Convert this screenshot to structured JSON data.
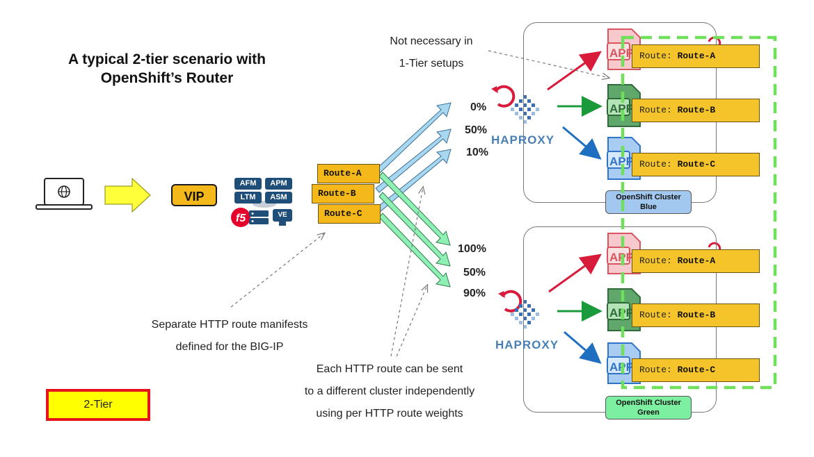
{
  "title": "A typical 2-tier scenario with OpenShift’s Router",
  "labels": {
    "vip": "VIP",
    "modules": [
      "AFM",
      "APM",
      "LTM",
      "ASM"
    ],
    "ve": "VE",
    "f5": "f5",
    "tier_badge": "2-Tier"
  },
  "bigip_routes": [
    "Route-A",
    "Route-B",
    "Route-C"
  ],
  "weights_blue": [
    "0%",
    "50%",
    "10%"
  ],
  "weights_green": [
    "100%",
    "50%",
    "90%"
  ],
  "annotations": {
    "not_necessary_line1": "Not necessary in",
    "not_necessary_line2": "1-Tier setups",
    "separate_line1": "Separate HTTP route manifests",
    "separate_line2": "defined for the BIG-IP",
    "each_line1": "Each HTTP route can be sent",
    "each_line2": "to a different cluster independently",
    "each_line3": "using per HTTP route weights"
  },
  "clusters": {
    "blue": {
      "label_line1": "OpenShift Cluster",
      "label_line2": "Blue",
      "routes": [
        {
          "prefix": "Route: ",
          "name": "Route-A"
        },
        {
          "prefix": "Route: ",
          "name": "Route-B"
        },
        {
          "prefix": "Route: ",
          "name": "Route-C"
        }
      ]
    },
    "green": {
      "label_line1": "OpenShift Cluster",
      "label_line2": "Green",
      "routes": [
        {
          "prefix": "Route: ",
          "name": "Route-A"
        },
        {
          "prefix": "Route: ",
          "name": "Route-B"
        },
        {
          "prefix": "Route: ",
          "name": "Route-C"
        }
      ]
    }
  },
  "haproxy_label": "HAPROXY",
  "app_label": "APP",
  "colors": {
    "route_yellow": "#f5c32a",
    "blue_arrow": "#a7d8f0",
    "green_arrow": "#8ff0b4",
    "red_arrow": "#d81b3a",
    "green_line": "#1a9a3a",
    "blue_line": "#1f6fc0",
    "dashed_green": "#6ee05a",
    "cluster_blue_label": "#a3c8f0",
    "cluster_green_label": "#7cf0a0",
    "tier_fill": "#ffff00",
    "tier_border": "#e6131b"
  }
}
